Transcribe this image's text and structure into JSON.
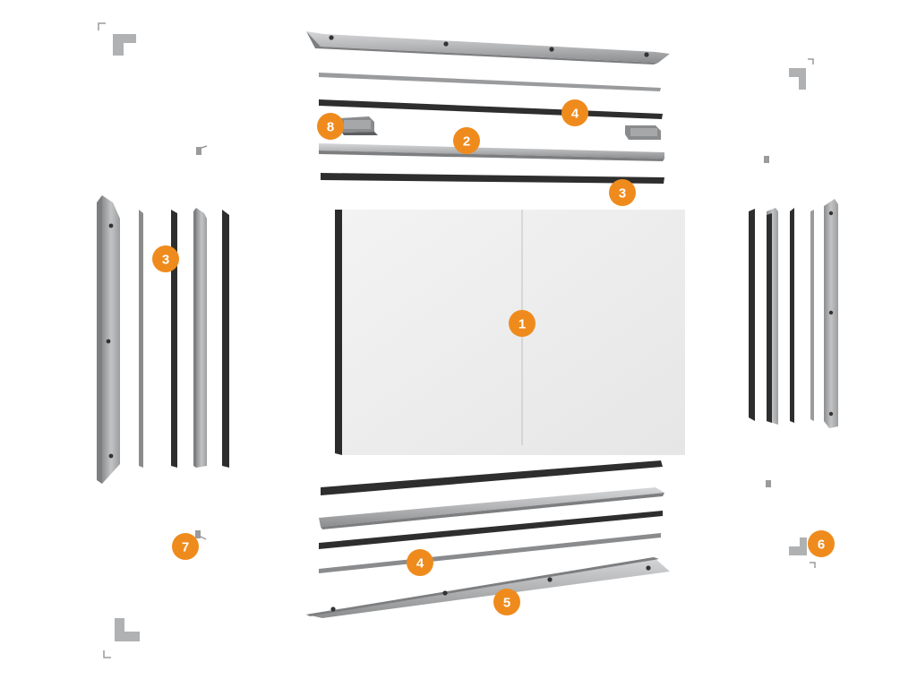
{
  "colors": {
    "background": "#ffffff",
    "callout": "#ef8b1d",
    "callout_text": "#ffffff",
    "metal_light": "#c4c5c7",
    "metal_mid": "#a9aaac",
    "metal_dark": "#7d7e80",
    "gasket": "#2e2e2e",
    "panel": "#eeeeee",
    "panel_edge": "#2b2b2b"
  },
  "icons": [
    "corner-bracket-icon",
    "clip-icon",
    "rivet-icon"
  ],
  "callouts": {
    "panel": "1",
    "top_rail": "2",
    "gasket_top": "3",
    "gasket_left": "3",
    "seal_top": "4",
    "seal_bottom": "4",
    "bottom_profile": "5",
    "corner_right": "6",
    "corner_left": "7",
    "clamp": "8"
  }
}
